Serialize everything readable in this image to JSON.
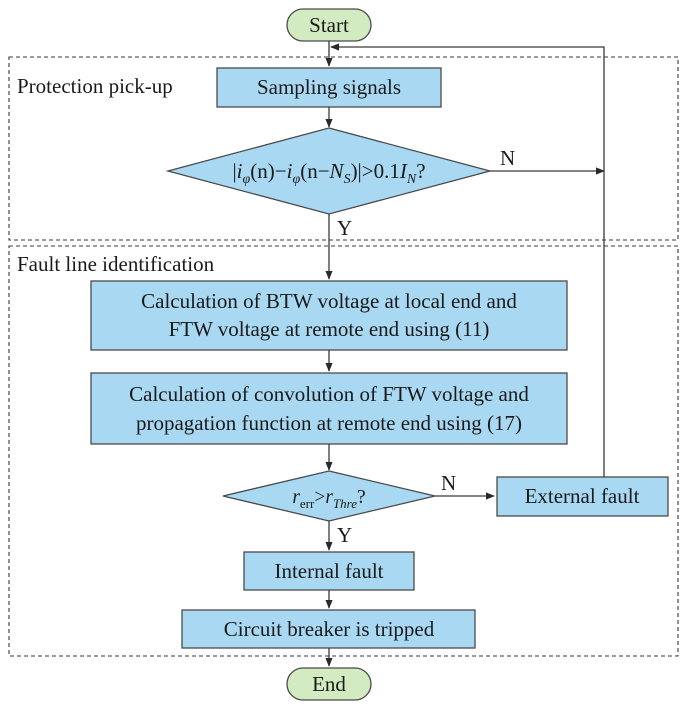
{
  "terminals": {
    "start": "Start",
    "end": "End"
  },
  "regions": {
    "pickup": "Protection pick-up",
    "identification": "Fault line identification"
  },
  "steps": {
    "sampling": "Sampling signals",
    "calc_btw_line1": "Calculation of BTW voltage at local end and",
    "calc_btw_line2": "FTW voltage at remote end using (11)",
    "calc_conv_line1": "Calculation of convolution of FTW voltage and",
    "calc_conv_line2": "propagation function at remote end using (17)",
    "external": "External fault",
    "internal": "Internal fault",
    "tripped": "Circuit breaker is tripped"
  },
  "decisions": {
    "criterion1": {
      "bar_left": "|",
      "i1": "i",
      "phi1": "φ",
      "mid1": "(n)−",
      "i2": "i",
      "phi2": "φ",
      "mid2": "(n−",
      "N": "N",
      "S": "S",
      "close": ")|>0.1",
      "I": "I",
      "Nsub": "N",
      "q": "?"
    },
    "criterion2": {
      "r1": "r",
      "err": "err",
      "gt": ">",
      "r2": "r",
      "thre": "Thre",
      "q": "?"
    }
  },
  "branch_labels": {
    "no1": "N",
    "yes1": "Y",
    "no2": "N",
    "yes2": "Y"
  }
}
